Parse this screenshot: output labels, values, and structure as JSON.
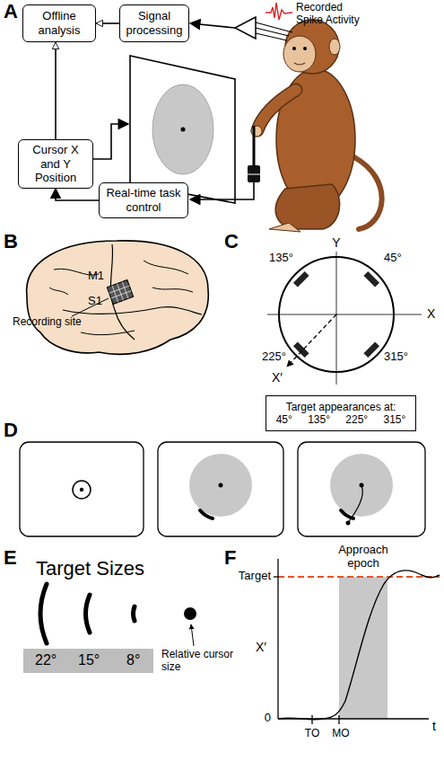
{
  "diagram": {
    "nodes": [
      {
        "text": [
          "Offline analysis"
        ]
      },
      {
        "text": [
          "Signal processing"
        ]
      },
      {
        "text": [
          "Cursor X and Y Position"
        ]
      },
      {
        "text": [
          "Real-time task control"
        ]
      },
      {
        "text": [
          "Target appearances at:",
          "45° 135° 225° 315°"
        ]
      }
    ],
    "edges": [
      {
        "from": 1,
        "to": 0,
        "arrow": "to"
      },
      {
        "from": 2,
        "to": 0,
        "arrow": "to"
      },
      {
        "from": 3,
        "to": 2,
        "arrow": "to"
      }
    ],
    "labels": [
      "A",
      "Recorded Spike Activity",
      "B",
      "M1",
      "S1",
      "Recording site",
      "C",
      "Y",
      "X",
      "135°",
      "45°",
      "225°",
      "315°",
      "X′",
      "D",
      "E",
      "Target Sizes",
      "22°",
      "15°",
      "8°",
      "Relative cursor size",
      "F",
      "Target",
      "Approach epoch",
      "X′",
      "0",
      "TO",
      "MO",
      "t"
    ]
  }
}
